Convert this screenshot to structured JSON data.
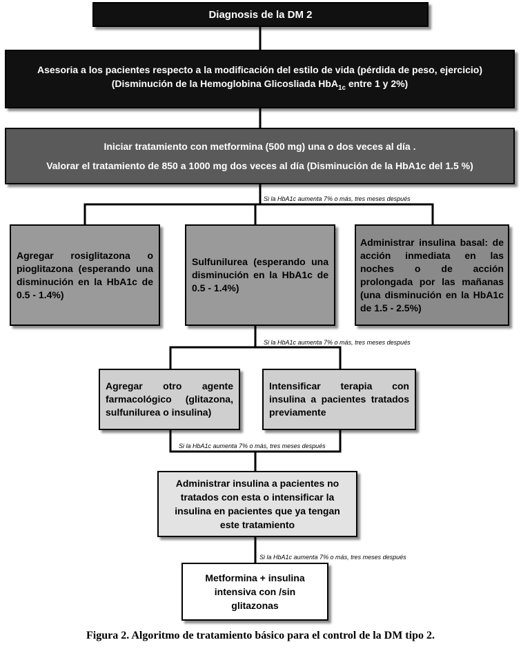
{
  "nodes": {
    "diagnosis": "Diagnosis de la DM 2",
    "counseling": {
      "line1": "Asesoria a los pacientes  respecto a la modificación del estilo  de vida (pérdida de peso, ejercicio)",
      "line2_pre": "(Disminución de la Hemoglobina Glicosliada HbA",
      "line2_sub": "1c",
      "line2_post": " entre 1 y 2%)"
    },
    "metformin": {
      "line1": "Iniciar tratamiento con metformina  (500 mg) una o dos veces al día .",
      "line2": "Valorar el tratamiento de 850 a 1000 mg dos veces al día (Disminución de la HbA1c del 1.5 %)"
    },
    "rosiglitazone": "Agregar rosiglitazona o pioglitazona (esperando una disminución en la HbA1c de 0.5 - 1.4%)",
    "sulfonylurea": "Sulfunilurea (esperando una disminución en la HbA1c de 0.5 - 1.4%)",
    "basal_insulin": "Administrar insulina basal: de acción inmediata en las noches o de acción prolongada por las mañanas (una disminución en la HbA1c de 1.5 - 2.5%)",
    "other_agent": "Agregar otro agente farmacológico (glitazona, sulfunilurea o insulina)",
    "intensify": "Intensificar terapia con insulina a pacientes tratados previamente",
    "administer_insulin": "Administrar insulina a pacientes no tratados con esta o intensificar la insulina en pacientes que ya tengan este tratamiento",
    "final": "Metformina + insulina intensiva  con /sin glitazonas"
  },
  "notes": {
    "n1": "Si la HbA1c aumenta 7%  o más, tres meses después",
    "n2": "Si la HbA1c aumenta 7%  o más, tres meses después",
    "n3": "Si la HbA1c aumenta 7%  o más, tres meses después",
    "n4": "Si la HbA1c aumenta 7%  o más, tres meses después"
  },
  "caption": "Figura 2. Algoritmo de tratamiento básico para el control de la DM tipo 2."
}
